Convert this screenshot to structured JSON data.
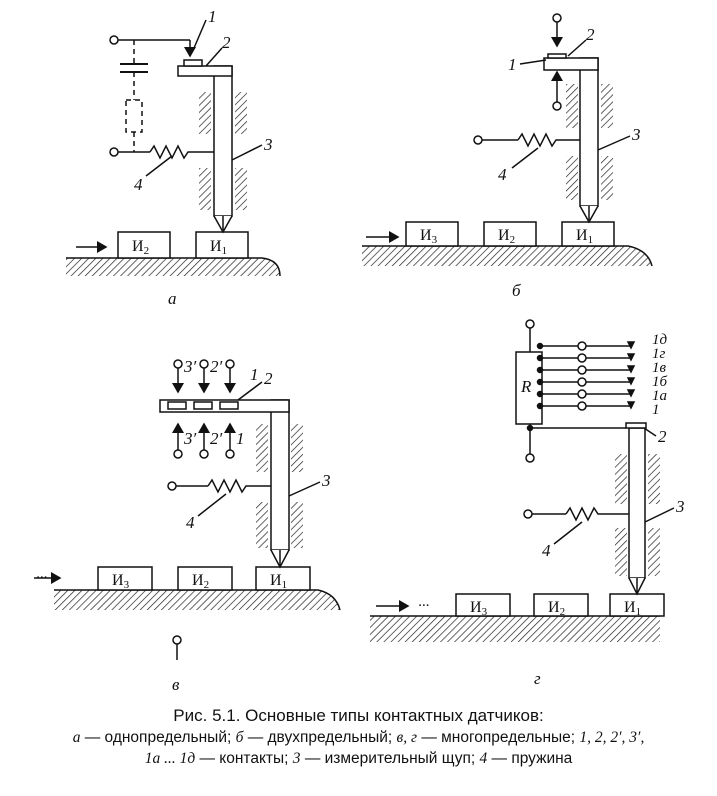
{
  "panels": {
    "a": {
      "tag": "а",
      "boxes": [
        "И2",
        "И1"
      ],
      "labels": [
        "1",
        "2",
        "3",
        "4"
      ]
    },
    "b": {
      "tag": "б",
      "boxes": [
        "И3",
        "И2",
        "И1"
      ],
      "labels": [
        "1",
        "2",
        "3",
        "4"
      ]
    },
    "v": {
      "tag": "в",
      "boxes": [
        "И3",
        "И2",
        "И1"
      ],
      "top_labels": [
        "3′",
        "2′",
        "1"
      ],
      "bottom_labels": [
        "3′",
        "2′",
        "1"
      ],
      "labels": [
        "2",
        "3",
        "4"
      ],
      "dots": "···"
    },
    "g": {
      "tag": "г",
      "boxes": [
        "И3",
        "И2",
        "И1"
      ],
      "contacts": [
        "1д",
        "1г",
        "1в",
        "1б",
        "1а",
        "1"
      ],
      "resistor": "R",
      "labels": [
        "2",
        "3",
        "4"
      ],
      "dots": "···"
    }
  },
  "caption": {
    "title": "Рис. 5.1. Основные типы контактных датчиков:",
    "line2": [
      {
        "t": "а",
        "i": true
      },
      {
        "t": " — однопредельный; ",
        "i": false
      },
      {
        "t": "б",
        "i": true
      },
      {
        "t": " — двухпредельный; ",
        "i": false
      },
      {
        "t": "в, г",
        "i": true
      },
      {
        "t": " — многопредельные; ",
        "i": false
      },
      {
        "t": "1, 2, 2′, 3′,",
        "i": true
      }
    ],
    "line3": [
      {
        "t": "1а ... 1д",
        "i": true
      },
      {
        "t": " — контакты; ",
        "i": false
      },
      {
        "t": "3",
        "i": true
      },
      {
        "t": " — измерительный щуп; ",
        "i": false
      },
      {
        "t": "4",
        "i": true
      },
      {
        "t": " — пружина",
        "i": false
      }
    ]
  }
}
